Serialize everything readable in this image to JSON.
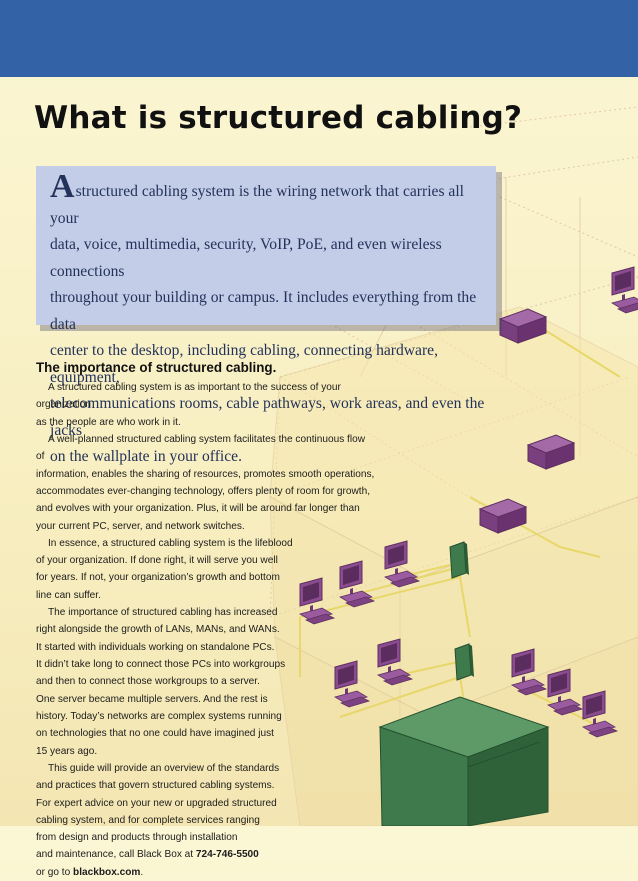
{
  "title": "What is structured cabling?",
  "intro": {
    "dropcap": "A",
    "text": "structured cabling system is the wiring network that carries all your\ndata, voice, multimedia, security, VoIP, PoE, and even wireless connections\nthroughout your building or campus. It includes everything from the data\ncenter to the desktop, including cabling, connecting hardware, equipment,\ntelecommunications rooms, cable pathways, work areas, and even the jacks\non the wallplate in your office."
  },
  "section": {
    "heading": "The importance of structured cabling.",
    "p1": "A structured cabling system is as important to the success of your organization\nas the people are who work in it.",
    "p2": "A well-planned structured cabling system facilitates the continuous flow of\ninformation, enables the sharing of resources, promotes smooth operations,\naccommodates ever-changing technology, offers plenty of room for growth,\nand evolves with your organization. Plus, it will be around far longer than\nyour current PC, server, and network switches.",
    "p3": "In essence, a structured cabling system is the lifeblood\nof your organization. If done right, it will serve you well\nfor years. If not, your organization’s growth and bottom\nline can suffer.",
    "p4": "The importance of structured cabling has increased\nright alongside the growth of LANs, MANs, and WANs.\nIt started with individuals working on standalone PCs.\nIt didn’t take long to connect those PCs into workgroups\nand then to connect those workgroups to a server.\nOne server became multiple servers. And the rest is\nhistory. Today’s networks are complex systems running\non technologies that no one could have imagined just\n15 years ago.",
    "p5_lead": "This guide will provide an overview of the standards\nand practices that govern structured cabling systems.\nFor expert advice on your new or upgraded structured\ncabling system, and for complete services ranging\nfrom design and products through installation\nand maintenance, call Black Box at ",
    "phone": "724-746-5500",
    "p5_mid": "\nor go to ",
    "website": "blackbox.com",
    "p5_end": "."
  },
  "colors": {
    "header_band": "#3462a6",
    "intro_box": "#c4cde8",
    "intro_text": "#23325a",
    "page_background": "#f8efc2",
    "device_purple": "#8a4c8e",
    "cabinet_green": "#3f7a4c",
    "cable_yellow": "#e8d76a"
  }
}
